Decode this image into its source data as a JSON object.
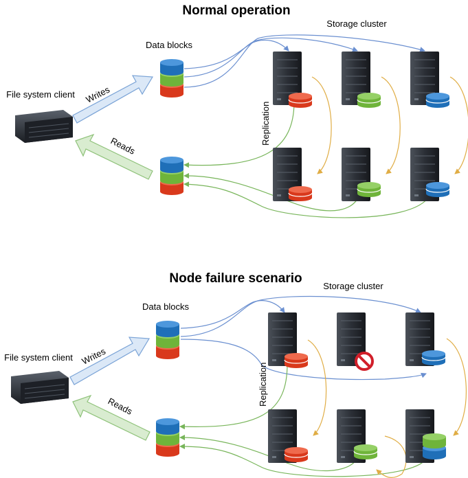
{
  "colors": {
    "block_blue": "#1f6fb8",
    "block_green": "#6fb43a",
    "block_red": "#d9391c",
    "write_arrow_fill": "#dbe8f7",
    "write_arrow_stroke": "#7aa3d6",
    "read_arrow_fill": "#d9ecd0",
    "read_arrow_stroke": "#8fc27a",
    "write_line": "#6a8fd0",
    "read_line": "#78b55a",
    "replication_line": "#e0ad45",
    "server_body": "#2b2f36",
    "failure_icon": "#d11f2a"
  },
  "normal": {
    "title": "Normal operation",
    "cluster_label": "Storage cluster",
    "blocks_label": "Data blocks",
    "client_label": "File system client",
    "writes_label": "Writes",
    "reads_label": "Reads",
    "replication_label": "Replication"
  },
  "failure": {
    "title": "Node failure scenario",
    "cluster_label": "Storage cluster",
    "blocks_label": "Data blocks",
    "client_label": "File system client",
    "writes_label": "Writes",
    "reads_label": "Reads",
    "replication_label": "Replication",
    "failed_node_icon": "prohibited-icon"
  }
}
